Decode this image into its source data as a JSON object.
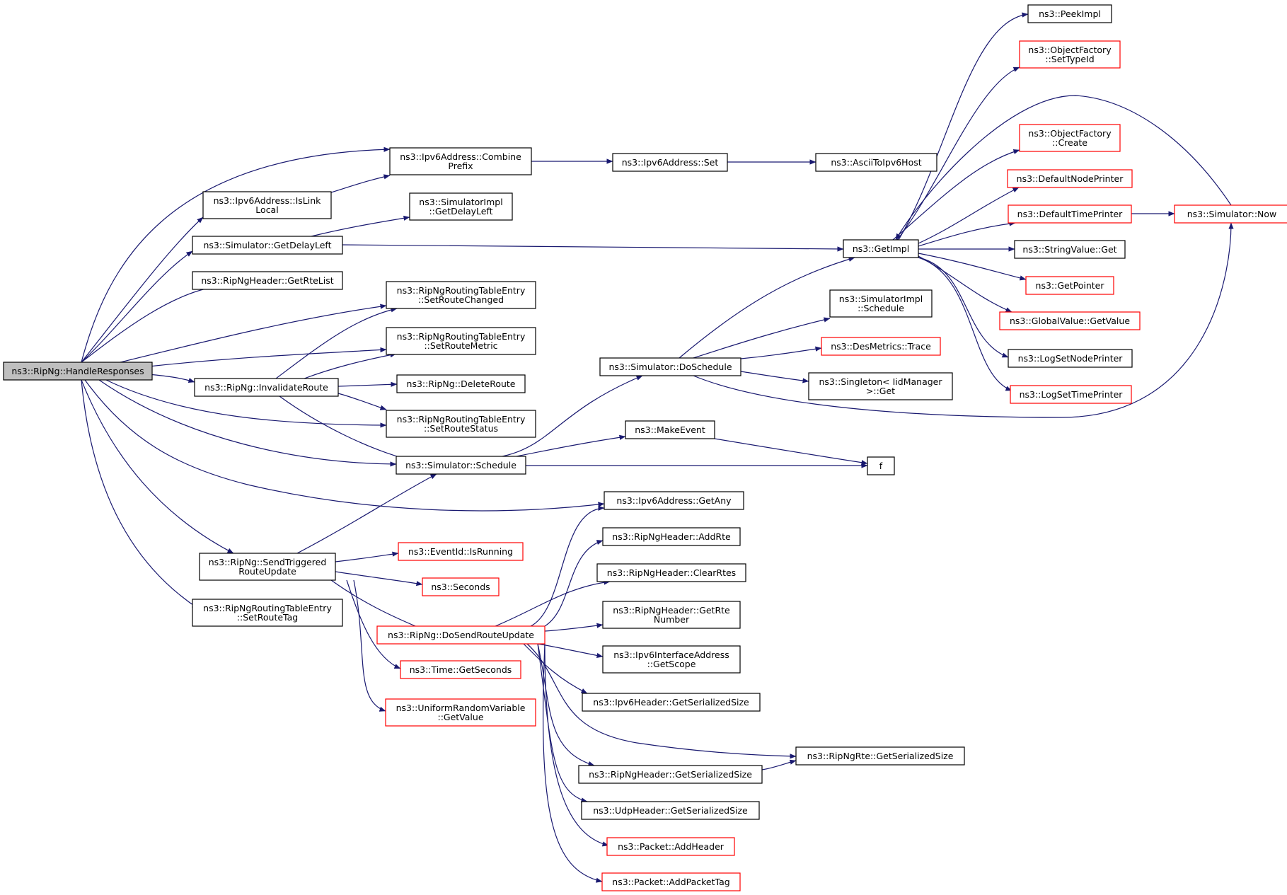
{
  "graph": {
    "root_id": "handle",
    "edge_color": "#191970",
    "node_border_normal": "#000000",
    "node_border_undocumented": "#ff0000",
    "root_fill": "#bfbfbf",
    "nodes": [
      {
        "id": "handle",
        "lines": [
          "ns3::RipNg::HandleResponses"
        ],
        "style": "root"
      },
      {
        "id": "combine",
        "lines": [
          "ns3::Ipv6Address::Combine",
          "Prefix"
        ],
        "style": "normal"
      },
      {
        "id": "islink",
        "lines": [
          "ns3::Ipv6Address::IsLink",
          "Local"
        ],
        "style": "normal"
      },
      {
        "id": "getdelay",
        "lines": [
          "ns3::Simulator::GetDelayLeft"
        ],
        "style": "normal"
      },
      {
        "id": "getrtelist",
        "lines": [
          "ns3::RipNgHeader::GetRteList"
        ],
        "style": "normal"
      },
      {
        "id": "invalidate",
        "lines": [
          "ns3::RipNg::InvalidateRoute"
        ],
        "style": "normal"
      },
      {
        "id": "sendtrig",
        "lines": [
          "ns3::RipNg::SendTriggered",
          "RouteUpdate"
        ],
        "style": "normal"
      },
      {
        "id": "setroutetag",
        "lines": [
          "ns3::RipNgRoutingTableEntry",
          "::SetRouteTag"
        ],
        "style": "normal"
      },
      {
        "id": "ipv6set",
        "lines": [
          "ns3::Ipv6Address::Set"
        ],
        "style": "normal"
      },
      {
        "id": "simimpl_delay",
        "lines": [
          "ns3::SimulatorImpl",
          "::GetDelayLeft"
        ],
        "style": "normal"
      },
      {
        "id": "setroutechanged",
        "lines": [
          "ns3::RipNgRoutingTableEntry",
          "::SetRouteChanged"
        ],
        "style": "normal"
      },
      {
        "id": "setroutemetric",
        "lines": [
          "ns3::RipNgRoutingTableEntry",
          "::SetRouteMetric"
        ],
        "style": "normal"
      },
      {
        "id": "deleteroute",
        "lines": [
          "ns3::RipNg::DeleteRoute"
        ],
        "style": "normal"
      },
      {
        "id": "setroutestatus",
        "lines": [
          "ns3::RipNgRoutingTableEntry",
          "::SetRouteStatus"
        ],
        "style": "normal"
      },
      {
        "id": "schedule",
        "lines": [
          "ns3::Simulator::Schedule"
        ],
        "style": "normal"
      },
      {
        "id": "isrunning",
        "lines": [
          "ns3::EventId::IsRunning"
        ],
        "style": "undocumented"
      },
      {
        "id": "seconds",
        "lines": [
          "ns3::Seconds"
        ],
        "style": "undocumented"
      },
      {
        "id": "dosend",
        "lines": [
          "ns3::RipNg::DoSendRouteUpdate"
        ],
        "style": "undocumented"
      },
      {
        "id": "getseconds",
        "lines": [
          "ns3::Time::GetSeconds"
        ],
        "style": "undocumented"
      },
      {
        "id": "uniform",
        "lines": [
          "ns3::UniformRandomVariable",
          "::GetValue"
        ],
        "style": "undocumented"
      },
      {
        "id": "ascii",
        "lines": [
          "ns3::AsciiToIpv6Host"
        ],
        "style": "normal"
      },
      {
        "id": "doschedule",
        "lines": [
          "ns3::Simulator::DoSchedule"
        ],
        "style": "normal"
      },
      {
        "id": "makeevent",
        "lines": [
          "ns3::MakeEvent"
        ],
        "style": "normal"
      },
      {
        "id": "getany",
        "lines": [
          "ns3::Ipv6Address::GetAny"
        ],
        "style": "normal"
      },
      {
        "id": "addrte",
        "lines": [
          "ns3::RipNgHeader::AddRte"
        ],
        "style": "normal"
      },
      {
        "id": "clearrtes",
        "lines": [
          "ns3::RipNgHeader::ClearRtes"
        ],
        "style": "normal"
      },
      {
        "id": "getrtenumber",
        "lines": [
          "ns3::RipNgHeader::GetRte",
          "Number"
        ],
        "style": "normal"
      },
      {
        "id": "getscope",
        "lines": [
          "ns3::Ipv6InterfaceAddress",
          "::GetScope"
        ],
        "style": "normal"
      },
      {
        "id": "ipv6hdrsize",
        "lines": [
          "ns3::Ipv6Header::GetSerializedSize"
        ],
        "style": "normal"
      },
      {
        "id": "ripnghdrsize",
        "lines": [
          "ns3::RipNgHeader::GetSerializedSize"
        ],
        "style": "normal"
      },
      {
        "id": "udphdrsize",
        "lines": [
          "ns3::UdpHeader::GetSerializedSize"
        ],
        "style": "normal"
      },
      {
        "id": "addheader",
        "lines": [
          "ns3::Packet::AddHeader"
        ],
        "style": "undocumented"
      },
      {
        "id": "addpackettag",
        "lines": [
          "ns3::Packet::AddPacketTag"
        ],
        "style": "undocumented"
      },
      {
        "id": "getimpl",
        "lines": [
          "ns3::GetImpl"
        ],
        "style": "normal"
      },
      {
        "id": "simimpl_sched",
        "lines": [
          "ns3::SimulatorImpl",
          "::Schedule"
        ],
        "style": "normal"
      },
      {
        "id": "desmetrics",
        "lines": [
          "ns3::DesMetrics::Trace"
        ],
        "style": "undocumented"
      },
      {
        "id": "singleton",
        "lines": [
          "ns3::Singleton< IidManager",
          ">::Get"
        ],
        "style": "normal"
      },
      {
        "id": "f",
        "lines": [
          "f"
        ],
        "style": "normal"
      },
      {
        "id": "ripngrtesize",
        "lines": [
          "ns3::RipNgRte::GetSerializedSize"
        ],
        "style": "normal"
      },
      {
        "id": "peekimpl",
        "lines": [
          "ns3::PeekImpl"
        ],
        "style": "normal"
      },
      {
        "id": "of_settypeid",
        "lines": [
          "ns3::ObjectFactory",
          "::SetTypeId"
        ],
        "style": "undocumented"
      },
      {
        "id": "of_create",
        "lines": [
          "ns3::ObjectFactory",
          "::Create"
        ],
        "style": "undocumented"
      },
      {
        "id": "defnodeprinter",
        "lines": [
          "ns3::DefaultNodePrinter"
        ],
        "style": "undocumented"
      },
      {
        "id": "deftimeprinter",
        "lines": [
          "ns3::DefaultTimePrinter"
        ],
        "style": "undocumented"
      },
      {
        "id": "stringvalueget",
        "lines": [
          "ns3::StringValue::Get"
        ],
        "style": "normal"
      },
      {
        "id": "getpointer",
        "lines": [
          "ns3::GetPointer"
        ],
        "style": "undocumented"
      },
      {
        "id": "globalvalue",
        "lines": [
          "ns3::GlobalValue::GetValue"
        ],
        "style": "undocumented"
      },
      {
        "id": "logsetnode",
        "lines": [
          "ns3::LogSetNodePrinter"
        ],
        "style": "normal"
      },
      {
        "id": "logsettime",
        "lines": [
          "ns3::LogSetTimePrinter"
        ],
        "style": "undocumented"
      },
      {
        "id": "simnow",
        "lines": [
          "ns3::Simulator::Now"
        ],
        "style": "undocumented"
      }
    ]
  }
}
